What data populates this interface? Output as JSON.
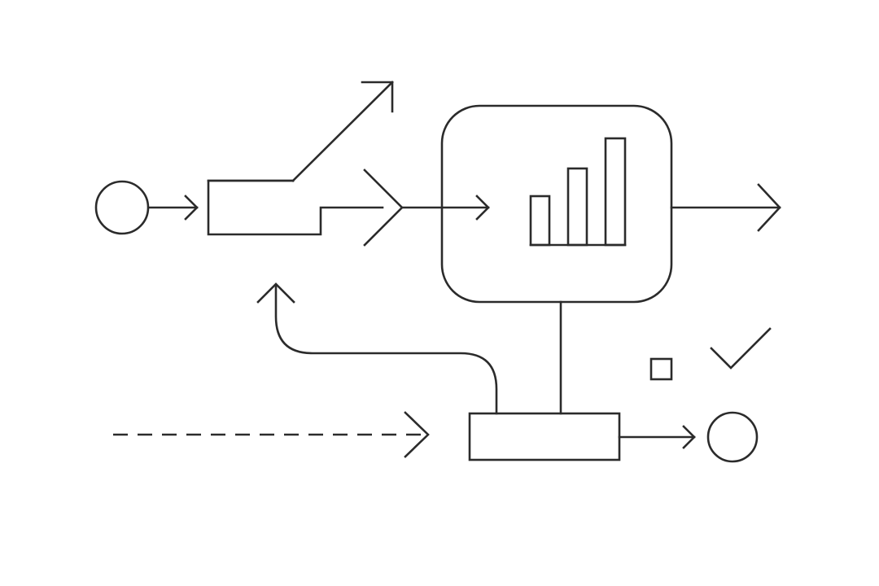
{
  "figure": {
    "stroke_color": "#2b2b2b",
    "background_color": "#ffffff",
    "description_visible_text": ""
  },
  "nodes": {
    "source_circle": {
      "shape": "circle"
    },
    "input_shape": {
      "shape": "stepped-rectangle"
    },
    "process_box": {
      "shape": "rounded-square",
      "icon": "bar-chart-icon"
    },
    "output_rect": {
      "shape": "rectangle"
    },
    "end_circle": {
      "shape": "circle"
    },
    "small_square": {
      "shape": "square"
    },
    "check_mark": {
      "icon": "check-icon"
    }
  },
  "chart_icon": {
    "bars": [
      0.45,
      0.72,
      1.0
    ]
  }
}
